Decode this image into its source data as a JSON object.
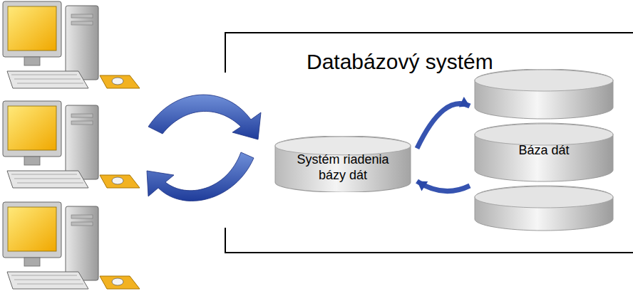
{
  "diagram": {
    "nodes": [
      {
        "text": [
          "Databázový systém"
        ]
      },
      {
        "text": [
          "Systém riadenia bázy dát"
        ],
        "in": 0
      },
      {
        "text": [
          "Báza dát"
        ],
        "in": 0
      }
    ],
    "edges": [
      {
        "from": 1,
        "to": 2,
        "arrow": "to"
      },
      {
        "from": 2,
        "to": 1,
        "arrow": "to"
      }
    ]
  }
}
